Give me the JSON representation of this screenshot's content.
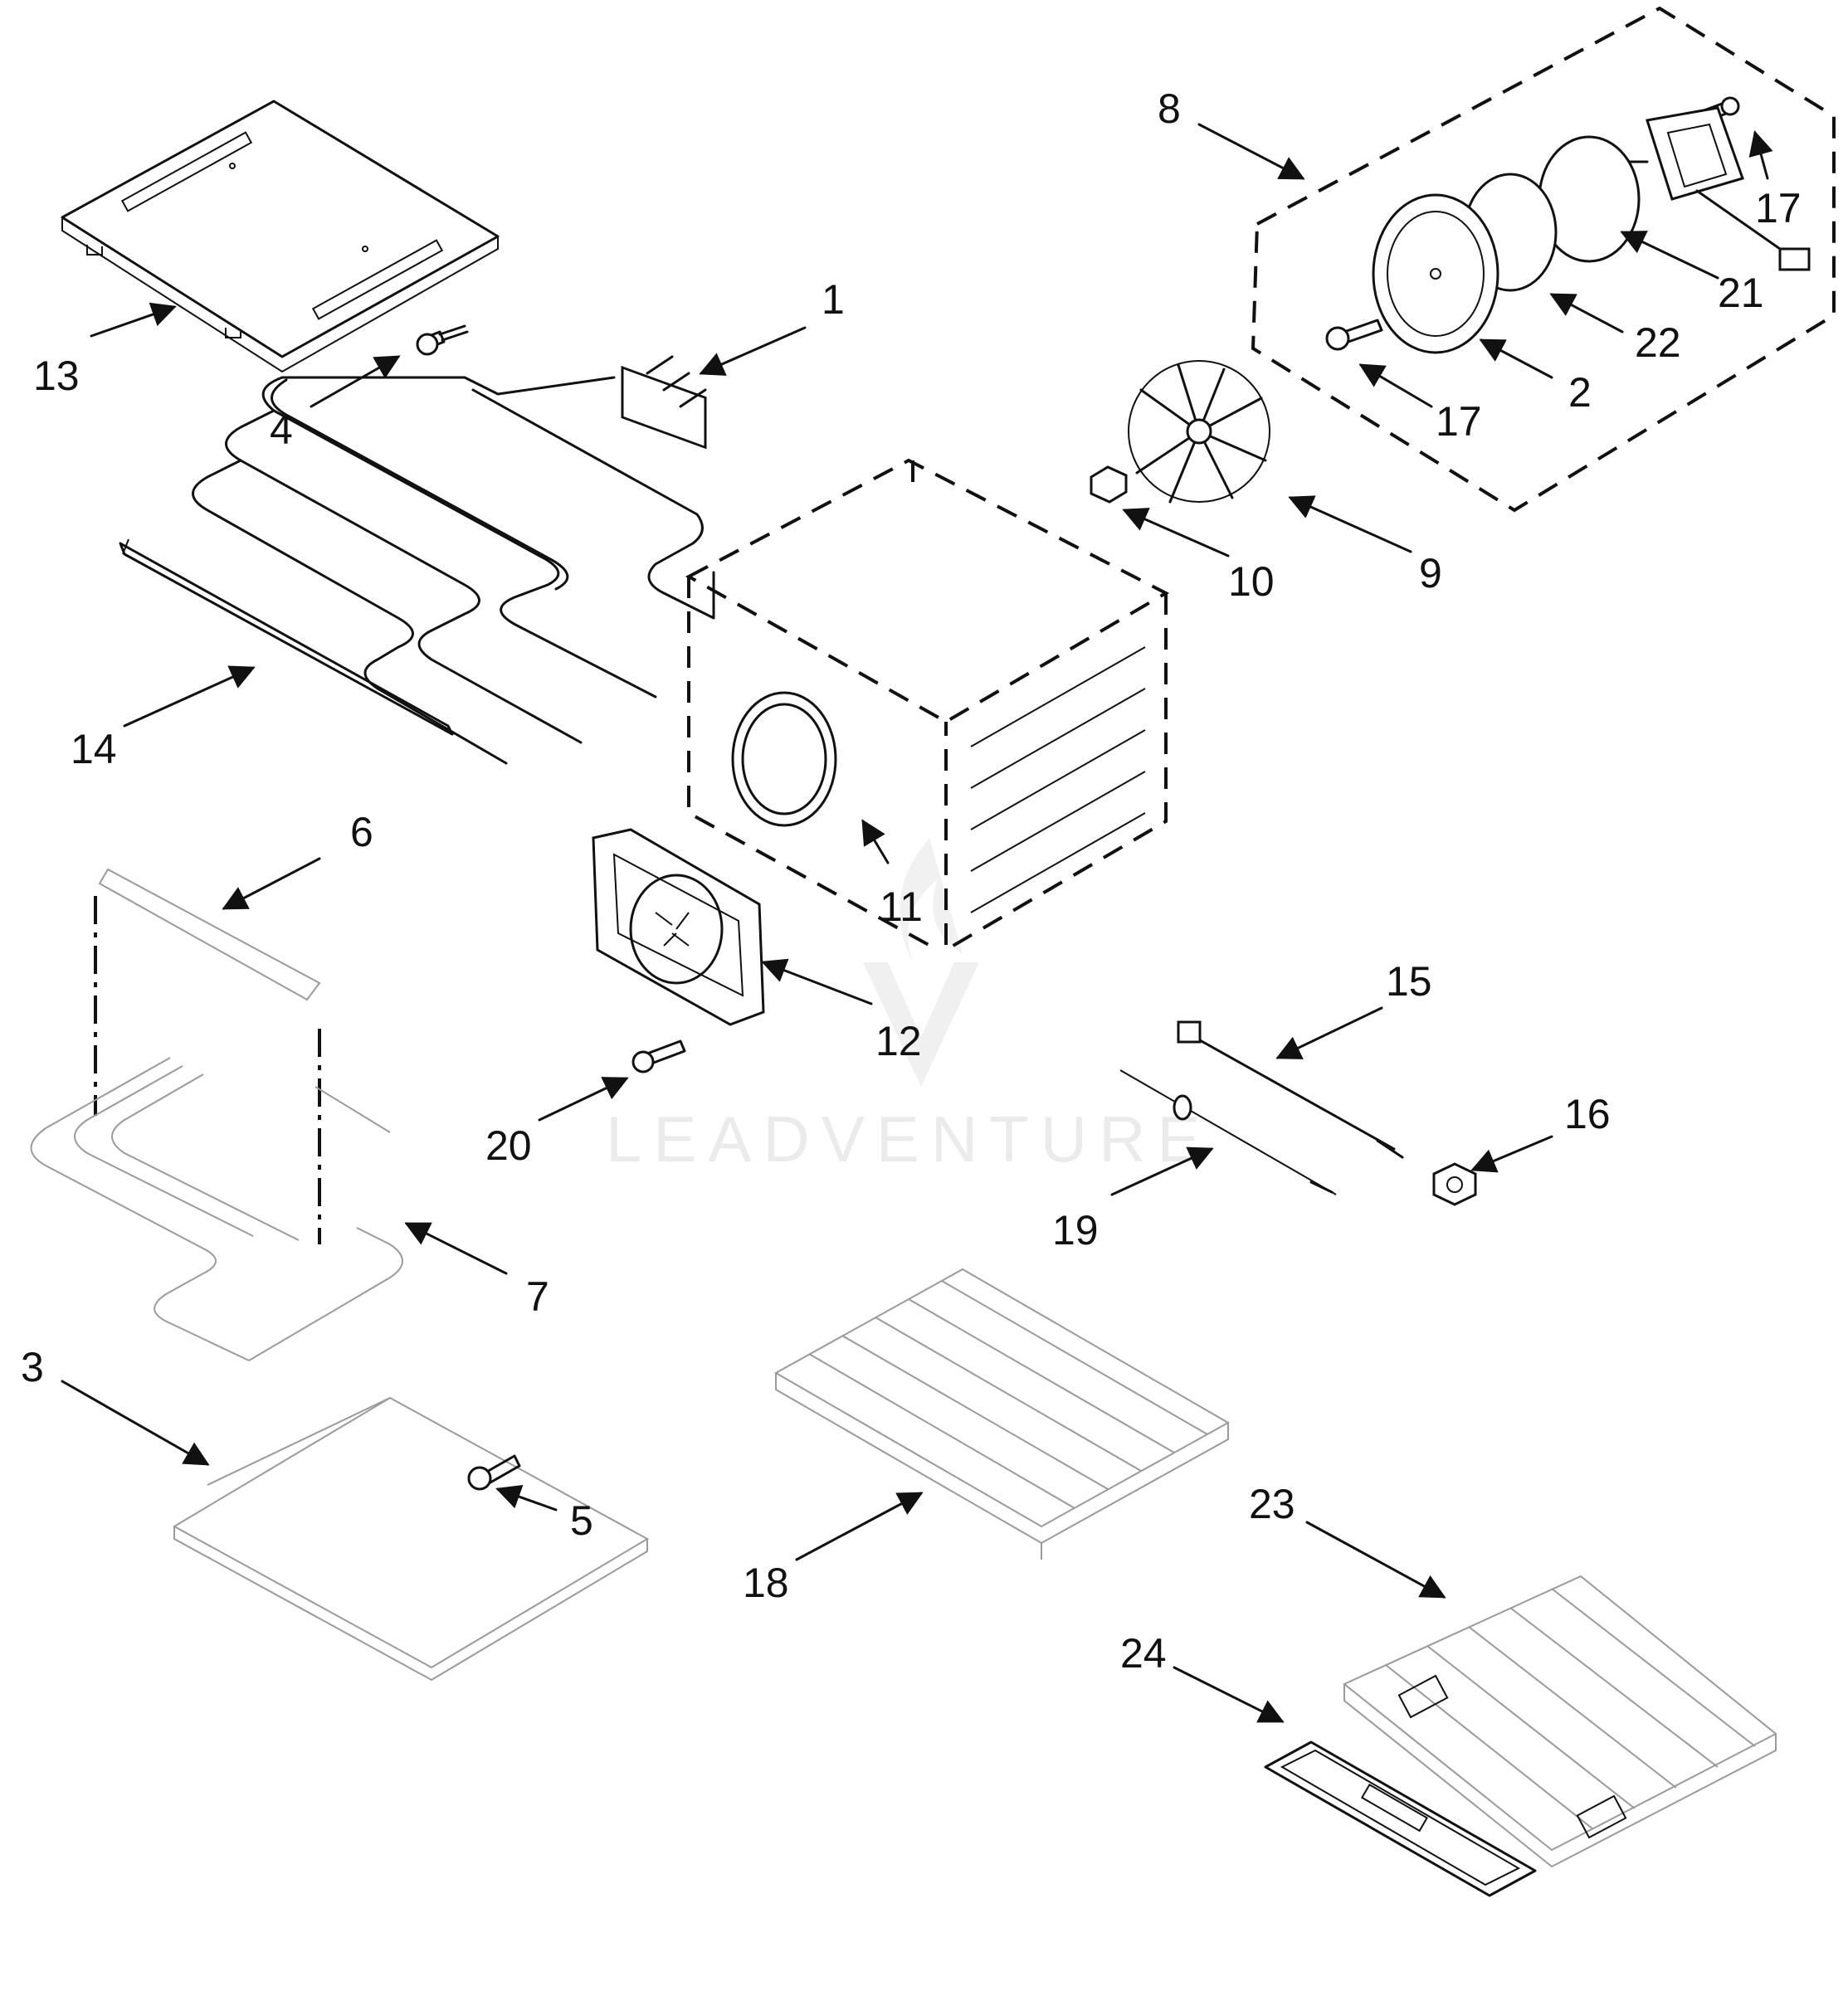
{
  "watermark": "LEADVENTURE",
  "callouts": {
    "c1": "1",
    "c2": "2",
    "c3": "3",
    "c4": "4",
    "c5": "5",
    "c6": "6",
    "c7": "7",
    "c8": "8",
    "c9": "9",
    "c10": "10",
    "c11": "11",
    "c12": "12",
    "c13": "13",
    "c14": "14",
    "c15": "15",
    "c16": "16",
    "c17a": "17",
    "c17b": "17",
    "c18": "18",
    "c19": "19",
    "c20": "20",
    "c21": "21",
    "c22": "22",
    "c23": "23",
    "c24": "24"
  }
}
